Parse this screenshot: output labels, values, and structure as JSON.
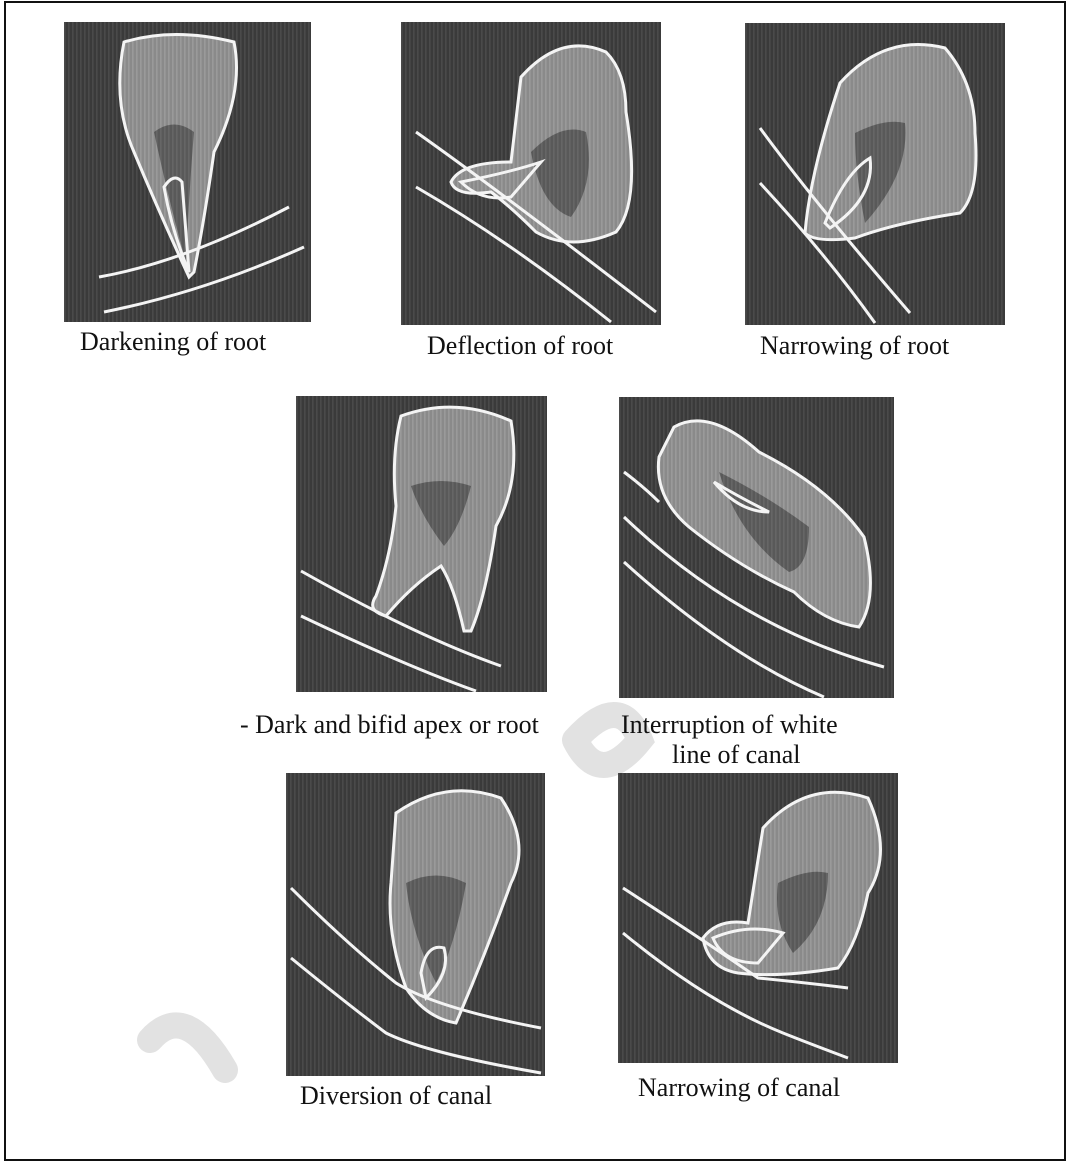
{
  "captions": {
    "p1": "Darkening of root",
    "p2": "Deflection of root",
    "p3": "Narrowing of root",
    "p4": "- Dark and bifid apex or root",
    "p5_line1": "Interruption of white",
    "p5_line2": "line of canal",
    "p6": "Diversion of canal",
    "p7": "Narrowing of canal"
  },
  "colors": {
    "film": "#3d3d3d",
    "tooth": "#8e8e8e",
    "pulp": "#5a5a5a",
    "outline": "#f4f4f4",
    "watermark": "#d9d9d9"
  }
}
